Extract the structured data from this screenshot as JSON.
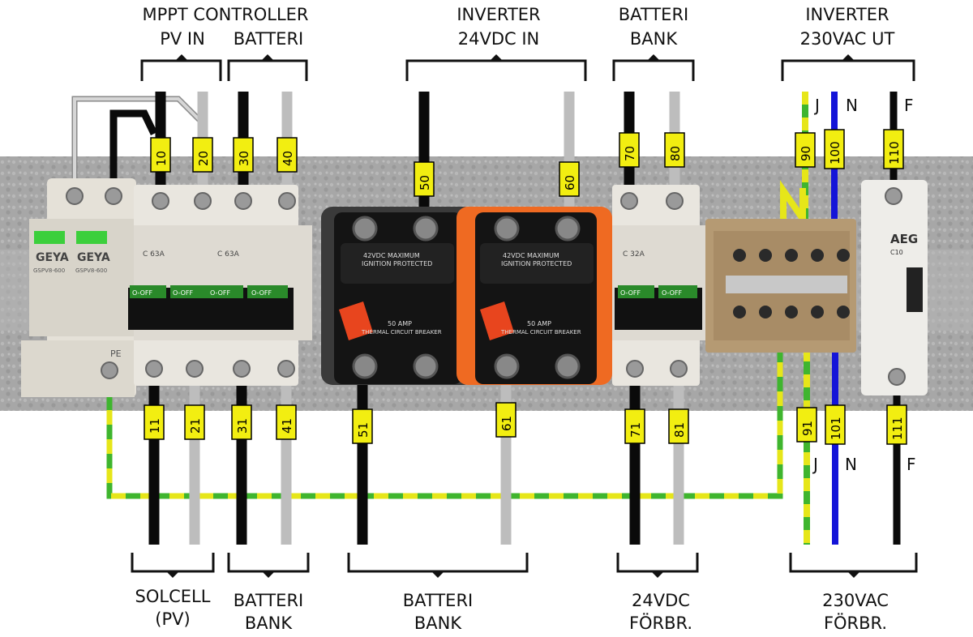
{
  "top_labels": {
    "mppt_title": "MPPT CONTROLLER",
    "pv_in": "PV IN",
    "batteri_top": "BATTERI",
    "inverter_in_1": "INVERTER",
    "inverter_in_2": "24VDC IN",
    "batteri_bank_1": "BATTERI",
    "batteri_bank_2": "BANK",
    "inverter_out_1": "INVERTER",
    "inverter_out_2": "230VAC UT"
  },
  "bottom_labels": {
    "solcell_1": "SOLCELL",
    "solcell_2": "(PV)",
    "bank1_1": "BATTERI",
    "bank1_2": "BANK",
    "bank2_1": "BATTERI",
    "bank2_2": "BANK",
    "dc_1": "24VDC",
    "dc_2": "FÖRBR.",
    "ac_1": "230VAC",
    "ac_2": "FÖRBR."
  },
  "wire_letters": {
    "top_j": "J",
    "top_n": "N",
    "top_f": "F",
    "bot_j": "J",
    "bot_n": "N",
    "bot_f": "F"
  },
  "wire_tags": {
    "t10": "10",
    "t20": "20",
    "t30": "30",
    "t40": "40",
    "t50": "50",
    "t60": "60",
    "t70": "70",
    "t80": "80",
    "t90": "90",
    "t100": "100",
    "t110": "110",
    "t11": "11",
    "t21": "21",
    "t31": "31",
    "t41": "41",
    "t51": "51",
    "t61": "61",
    "t71": "71",
    "t81": "81",
    "t91": "91",
    "t101": "101",
    "t111": "111"
  },
  "device_text": {
    "geya_1": "GEYA",
    "geya_2": "GEYA",
    "spd_model_1": "GSPV8-600",
    "spd_model_2": "GSPV8-600",
    "pe": "PE",
    "mcb1_rating": "C 63A",
    "mcb2_rating": "C 63A",
    "mcb3_rating": "C 32A",
    "off_1": "O-OFF",
    "off_2": "O-OFF",
    "off_3": "O-OFF",
    "off_4": "O-OFF",
    "off_5": "O-OFF",
    "off_6": "O-OFF",
    "cb1_top": "42VDC MAXIMUM",
    "cb1_top2": "IGNITION PROTECTED",
    "cb1_bot": "50 AMP",
    "cb1_bot2": "THERMAL CIRCUIT BREAKER",
    "cb2_top": "42VDC MAXIMUM",
    "cb2_top2": "IGNITION PROTECTED",
    "cb2_bot": "50 AMP",
    "cb2_bot2": "THERMAL CIRCUIT BREAKER",
    "aeg": "AEG",
    "aeg_rating": "C10"
  },
  "colors": {
    "black_wire": "#0a0a0a",
    "grey_wire": "#bdbdbd",
    "neutral_wire": "#1414d8",
    "earth_green": "#3fb52e",
    "earth_yellow": "#e6e619",
    "tag": "#f2ee11",
    "rail": "#a9a9a9",
    "breaker": "#e9e6df",
    "orange": "#ef6a22"
  }
}
